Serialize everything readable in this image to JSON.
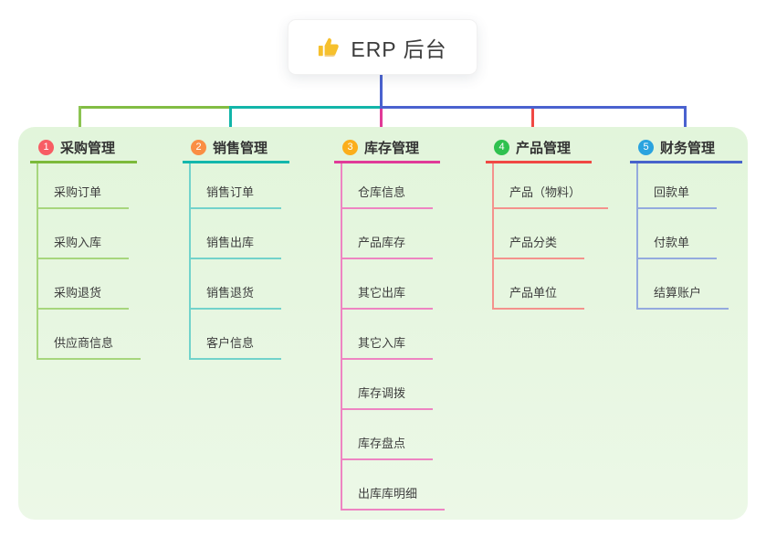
{
  "root": {
    "label": "ERP 后台",
    "icon": "thumbs-up-icon",
    "icon_color": "#f6c02d"
  },
  "connectors": {
    "root_color": "#4a62cf",
    "bus_colors": [
      "#82bd43",
      "#12b5a9",
      "#4a62cf"
    ]
  },
  "branches": [
    {
      "num": "1",
      "label": "采购管理",
      "line_color": "#7cba3a",
      "light_color": "#a7d67d",
      "badge_color": "#f75d64",
      "children": [
        "采购订单",
        "采购入库",
        "采购退货",
        "供应商信息"
      ]
    },
    {
      "num": "2",
      "label": "销售管理",
      "line_color": "#12b7ac",
      "light_color": "#72d3cb",
      "badge_color": "#fa8e44",
      "children": [
        "销售订单",
        "销售出库",
        "销售退货",
        "客户信息"
      ]
    },
    {
      "num": "3",
      "label": "库存管理",
      "line_color": "#e03a98",
      "light_color": "#ee84c2",
      "badge_color": "#fbae1b",
      "children": [
        "仓库信息",
        "产品库存",
        "其它出库",
        "其它入库",
        "库存调拨",
        "库存盘点",
        "出库库明细"
      ]
    },
    {
      "num": "4",
      "label": "产品管理",
      "line_color": "#f04843",
      "light_color": "#f4928d",
      "badge_color": "#2fc14f",
      "children": [
        "产品（物料）",
        "产品分类",
        "产品单位"
      ]
    },
    {
      "num": "5",
      "label": "财务管理",
      "line_color": "#4763cb",
      "light_color": "#94aade",
      "badge_color": "#2aa3df",
      "children": [
        "回款单",
        "付款单",
        "结算账户"
      ]
    }
  ]
}
